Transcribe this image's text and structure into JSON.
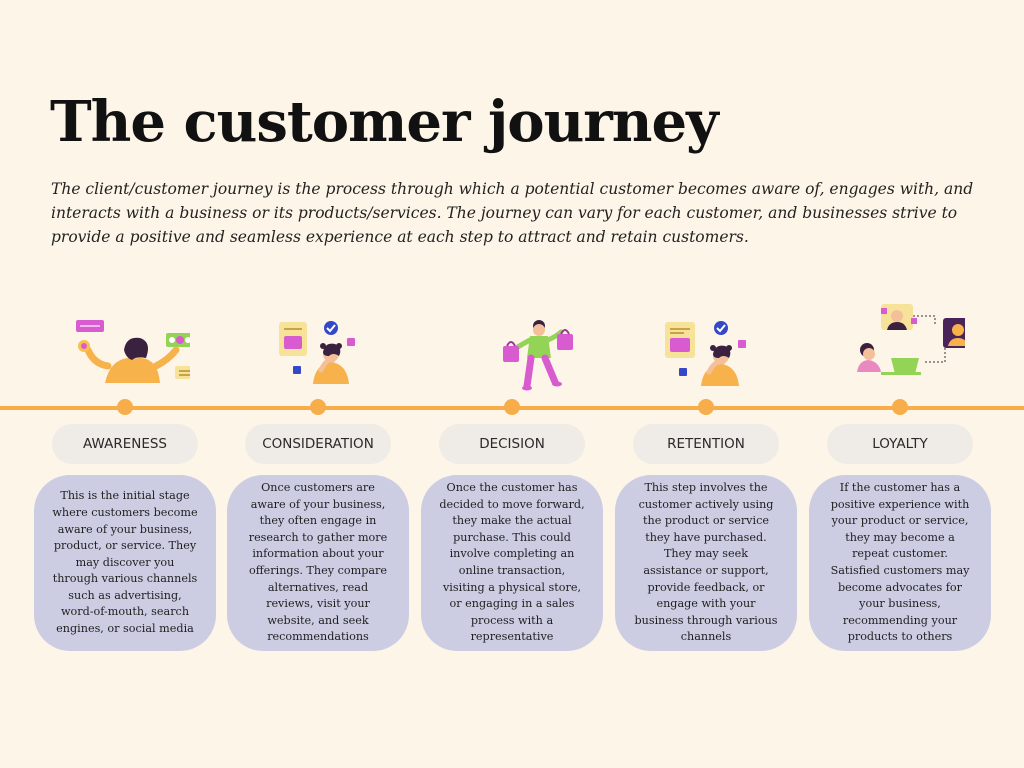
{
  "title": "The customer journey",
  "intro": "The client/customer journey is the process through which a potential customer becomes aware of, engages with, and interacts with a business or its products/services. The journey can vary for each customer, and businesses strive to provide a positive and seamless experience at each step to attract and retain customers.",
  "colors": {
    "background": "#fdf5e8",
    "timeline": "#f6ad4a",
    "label_pill": "#efebe6",
    "card": "#cccde3",
    "accent_pink": "#d95bd0",
    "accent_yellow": "#f7c14b",
    "accent_green": "#93d457",
    "accent_blue": "#3448c9"
  },
  "stages": [
    {
      "label": "AWARENESS",
      "icon": "awareness-illustration-icon",
      "text": "This is the initial stage where customers become aware of your business, product, or service. They may discover you through various channels such as advertising, word-of-mouth, search engines, or social media"
    },
    {
      "label": "CONSIDERATION",
      "icon": "consideration-illustration-icon",
      "text": "Once customers are aware of your business, they often engage in research to gather more information about your offerings. They compare alternatives, read reviews, visit your website, and seek recommendations"
    },
    {
      "label": "DECISION",
      "icon": "decision-illustration-icon",
      "text": "Once the customer has decided to move forward, they make the actual purchase. This could involve completing an online transaction, visiting a physical store, or engaging in a sales process with a representative"
    },
    {
      "label": "RETENTION",
      "icon": "retention-illustration-icon",
      "text": "This step involves the customer actively using the product or service they have purchased. They may seek assistance or support, provide feedback, or engage with your business through various channels"
    },
    {
      "label": "LOYALTY",
      "icon": "loyalty-illustration-icon",
      "text": "If the customer has a positive experience with your product or service, they may become a repeat customer. Satisfied customers may become advocates for your business, recommending your products to others"
    }
  ]
}
